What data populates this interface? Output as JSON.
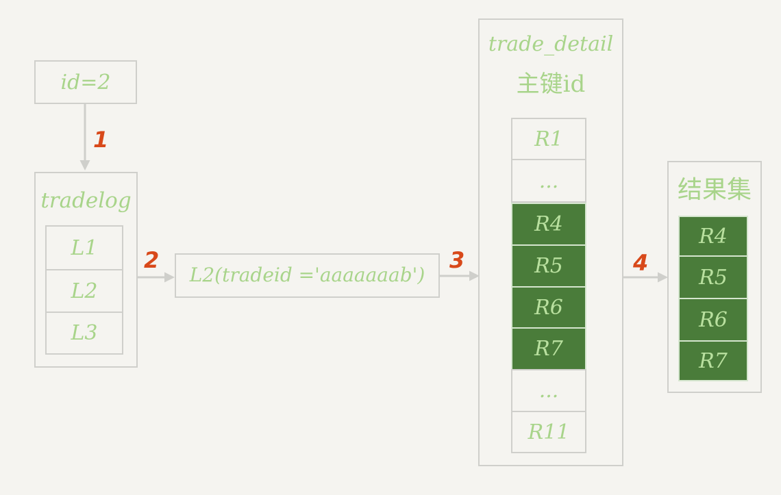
{
  "nodes": {
    "id_box": "id=2",
    "tradelog": {
      "title": "tradelog",
      "rows": [
        "L1",
        "L2",
        "L3"
      ]
    },
    "lookup_box": "L2(tradeid ='aaaaaaab')",
    "trade_detail": {
      "title": "trade_detail",
      "subtitle": "主键id",
      "rows": [
        "R1",
        "...",
        "R4",
        "R5",
        "R6",
        "R7",
        "...",
        "R11"
      ]
    },
    "result": {
      "title": "结果集",
      "rows": [
        "R4",
        "R5",
        "R6",
        "R7"
      ]
    }
  },
  "steps": [
    "1",
    "2",
    "3",
    "4"
  ],
  "colors": {
    "text": "#a8d48a",
    "highlight": "#4a7c3a",
    "step": "#d8491a",
    "border": "#cfcfcb"
  }
}
